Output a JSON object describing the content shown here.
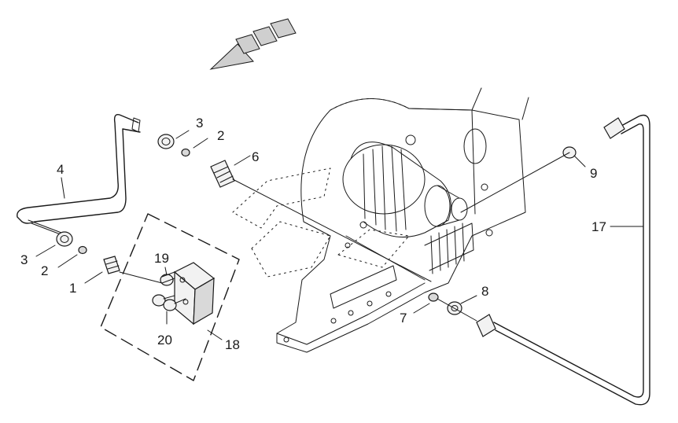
{
  "callouts": [
    {
      "id": "c3a",
      "text": "3"
    },
    {
      "id": "c2a",
      "text": "2"
    },
    {
      "id": "c6",
      "text": "6"
    },
    {
      "id": "c4",
      "text": "4"
    },
    {
      "id": "c3b",
      "text": "3"
    },
    {
      "id": "c2b",
      "text": "2"
    },
    {
      "id": "c1",
      "text": "1"
    },
    {
      "id": "c19",
      "text": "19"
    },
    {
      "id": "c20",
      "text": "20"
    },
    {
      "id": "c18",
      "text": "18"
    },
    {
      "id": "c9",
      "text": "9"
    },
    {
      "id": "c17",
      "text": "17"
    },
    {
      "id": "c8",
      "text": "8"
    },
    {
      "id": "c7",
      "text": "7"
    }
  ]
}
